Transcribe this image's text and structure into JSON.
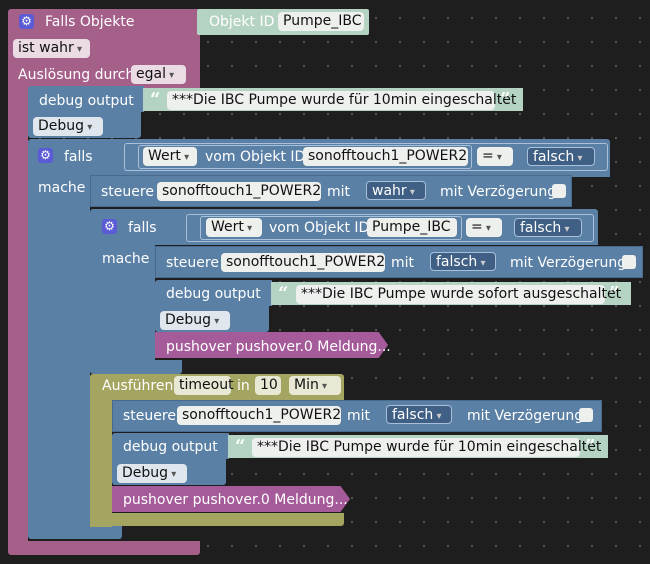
{
  "trigger": {
    "title": "Falls Objekte",
    "object_label": "Objekt ID",
    "object_value": "Pumpe_IBC",
    "condition": "ist wahr",
    "trigger_label": "Auslösung durch",
    "trigger_value": "egal"
  },
  "debug1": {
    "label": "debug output",
    "text": "***Die IBC Pumpe wurde für 10min eingeschaltet",
    "level": "Debug"
  },
  "if1": {
    "falls_label": "falls",
    "mache_label": "mache",
    "attr": "Wert",
    "of_object": "vom Objekt ID",
    "object": "sonofftouch1_POWER2",
    "operator": "=",
    "value": "falsch"
  },
  "set1": {
    "label": "steuere",
    "object": "sonofftouch1_POWER2",
    "with": "mit",
    "value": "wahr",
    "delay_label": "mit Verzögerung"
  },
  "if2": {
    "falls_label": "falls",
    "mache_label": "mache",
    "attr": "Wert",
    "of_object": "vom Objekt ID",
    "object": "Pumpe_IBC",
    "operator": "=",
    "value": "falsch"
  },
  "set2": {
    "label": "steuere",
    "object": "sonofftouch1_POWER2",
    "with": "mit",
    "value": "falsch",
    "delay_label": "mit Verzögerung"
  },
  "debug2": {
    "label": "debug output",
    "text": "***Die IBC Pumpe wurde sofort ausgeschaltet",
    "level": "Debug"
  },
  "pushover1": {
    "label": "pushover pushover.0 Meldung..."
  },
  "timeout": {
    "label": "Ausführen",
    "type": "timeout",
    "in_label": "in",
    "value": "10",
    "unit": "Min"
  },
  "set3": {
    "label": "steuere",
    "object": "sonofftouch1_POWER2",
    "with": "mit",
    "value": "falsch",
    "delay_label": "mit Verzögerung"
  },
  "debug3": {
    "label": "debug output",
    "text": "***Die IBC Pumpe wurde für 10min eingeschaltet",
    "level": "Debug"
  },
  "pushover2": {
    "label": "pushover pushover.0 Meldung..."
  },
  "colors": {
    "trigger": "#a5608a",
    "logic": "#5b80a5",
    "debug": "#5b80a5",
    "text": "#b5d3c3",
    "timeout": "#a5a562",
    "pushover": "#a55b99"
  }
}
